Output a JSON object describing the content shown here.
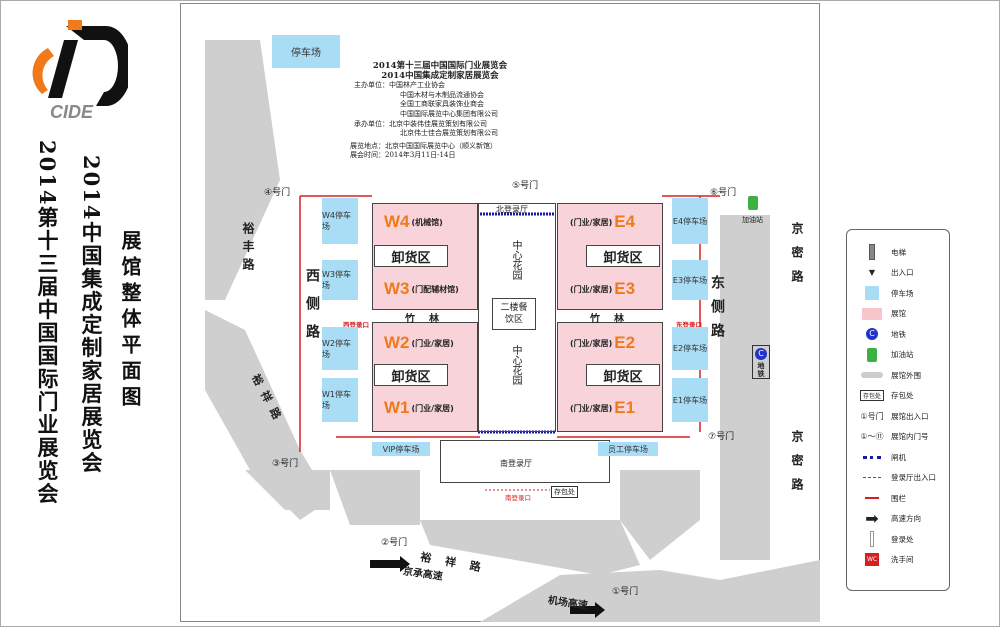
{
  "logo": {
    "text": "CIDE"
  },
  "titles": {
    "main": "2014第十三届中国国际门业展览会",
    "sub": "2014中国集成定制家居展览会",
    "plan": "展馆整体平面图"
  },
  "info": {
    "lines": [
      "2014第十三届中国国际门业展览会",
      "2014中国集成定制家居展览会"
    ],
    "organizer_label": "主办单位：",
    "organizers": [
      "中国林产工业协会",
      "中国木材与木制品流通协会",
      "全国工商联家具装饰业商会",
      "中国国际展览中心集团有限公司"
    ],
    "undertaker_label": "承办单位：",
    "undertakers": [
      "北京中装伟佳展览策划有限公司",
      "北京伟士佳合展览策划有限公司"
    ],
    "venue": "展览地点：北京中国国际展览中心（顺义新馆）",
    "dates": "展会时间：2014年3月11日-14日"
  },
  "map": {
    "top_parking": "停车场",
    "halls": [
      {
        "id": "W4",
        "name": "(机械馆)"
      },
      {
        "id": "W3",
        "name": "(门配辅材馆)"
      },
      {
        "id": "W2",
        "name": "(门业/家居)"
      },
      {
        "id": "W1",
        "name": "(门业/家居)"
      },
      {
        "id": "E4",
        "name": "(门业/家居)"
      },
      {
        "id": "E3",
        "name": "(门业/家居)"
      },
      {
        "id": "E2",
        "name": "(门业/家居)"
      },
      {
        "id": "E1",
        "name": "(门业/家居)"
      }
    ],
    "unloading": "卸货区",
    "bamboo": "竹林",
    "garden": "中心花园",
    "dining": "二楼餐饮区",
    "north_hall": "北登录厅",
    "south_hall": "南登录厅",
    "south_entry": "南登录口",
    "west_entry": "西登录口",
    "east_entry": "东登录口",
    "luggage": "存包处",
    "parking": {
      "w4": "W4停车场",
      "w3": "W3停车场",
      "w2": "W2停车场",
      "w1": "W1停车场",
      "e4": "E4停车场",
      "e3": "E3停车场",
      "e2": "E2停车场",
      "e1": "E1停车场",
      "vip": "VIP停车场",
      "staff": "员工停车场"
    },
    "gates": {
      "g1": "①号门",
      "g2": "②号门",
      "g3": "③号门",
      "g4": "④号门",
      "g5": "⑤号门",
      "g6": "⑥号门",
      "g7": "⑦号门"
    },
    "roads": {
      "yufeng": "裕丰路",
      "xice": "西侧路",
      "yuxiang1": "裕祥路",
      "yuxiang2": "裕祥路",
      "dongce": "东侧路",
      "jingmi1": "京密路",
      "jingmi2": "京密路",
      "jingcheng": "京承高速",
      "jichang": "机场高速"
    },
    "subway": "地铁",
    "gas": "加油站"
  },
  "legend": [
    {
      "icon": "elevator-icon",
      "label": "电梯"
    },
    {
      "icon": "entrance-arrow-icon",
      "label": "出入口"
    },
    {
      "icon": "parking-icon",
      "label": "停车场"
    },
    {
      "icon": "hall-icon",
      "label": "展馆"
    },
    {
      "icon": "subway-icon",
      "label": "地铁"
    },
    {
      "icon": "gas-station-icon",
      "label": "加油站"
    },
    {
      "icon": "hall-outline-icon",
      "label": "展馆外围"
    },
    {
      "icon": "luggage-icon",
      "label": "存包处",
      "icon_text": "存包处"
    },
    {
      "icon": "gate-icon",
      "label": "展馆出入口",
      "icon_text": "①号门"
    },
    {
      "icon": "door-number-icon",
      "label": "展馆内门号",
      "icon_text": "①～⑪"
    },
    {
      "icon": "turnstile-icon",
      "label": "闸机"
    },
    {
      "icon": "registration-entry-icon",
      "label": "登录厅出入口"
    },
    {
      "icon": "fence-icon",
      "label": "围栏"
    },
    {
      "icon": "highway-arrow-icon",
      "label": "高速方向"
    },
    {
      "icon": "registration-icon",
      "label": "登录处"
    },
    {
      "icon": "restroom-icon",
      "label": "洗手间",
      "icon_text": "WC"
    }
  ],
  "colors": {
    "hall": "#f8d3da",
    "parking": "#a9dcf5",
    "hall_id": "#f07a1a",
    "fence": "#d62020",
    "turnstile": "#1a1a9a"
  }
}
